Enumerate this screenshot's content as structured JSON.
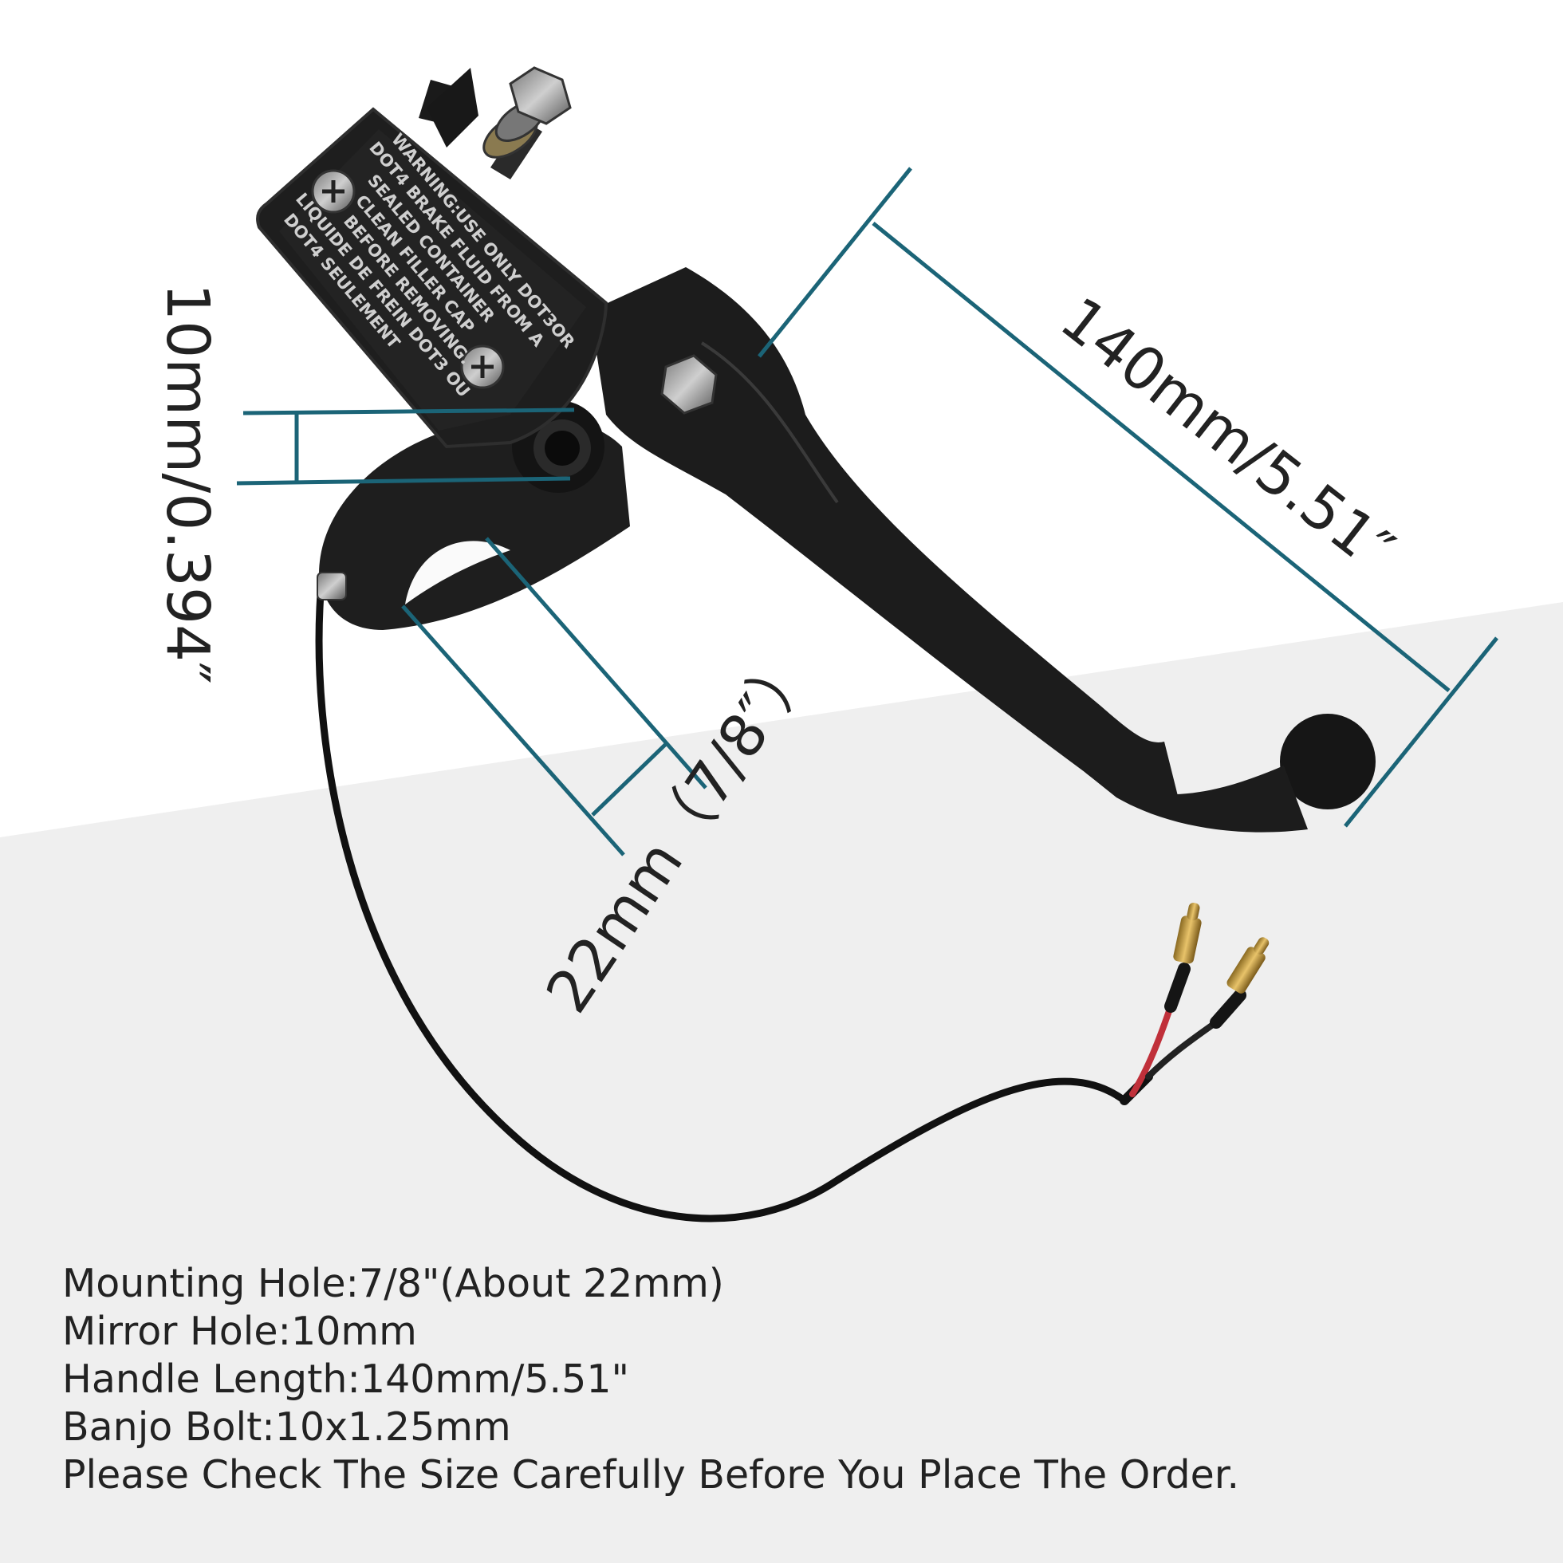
{
  "dimensions": {
    "mirror_hole": "10mm/0.394″",
    "handle_length": "140mm/5.51″",
    "mounting_hole": "22mm（7/8″）"
  },
  "reservoir_warning": [
    "WARNING:USE ONLY DOT3OR",
    "DOT4 BRAKE FLUID FROM A",
    "SEALED CONTAINER",
    "CLEAN FILLER CAP",
    "BEFORE REMOVING.",
    "LIQUIDE DE FREIN DOT3 OU",
    "DOT4 SEULEMENT"
  ],
  "specs": [
    "Mounting Hole:7/8\"(About 22mm)",
    "Mirror Hole:10mm",
    "Handle Length:140mm/5.51\"",
    "Banjo Bolt:10x1.25mm",
    "Please Check The Size Carefully Before You Place The Order."
  ],
  "colors": {
    "dimension_line": "#1b6477",
    "part_body": "#1c1c1c",
    "background_band": "#efefef",
    "wire_red": "#c0303a",
    "connector_brass": "#c49a3a"
  }
}
